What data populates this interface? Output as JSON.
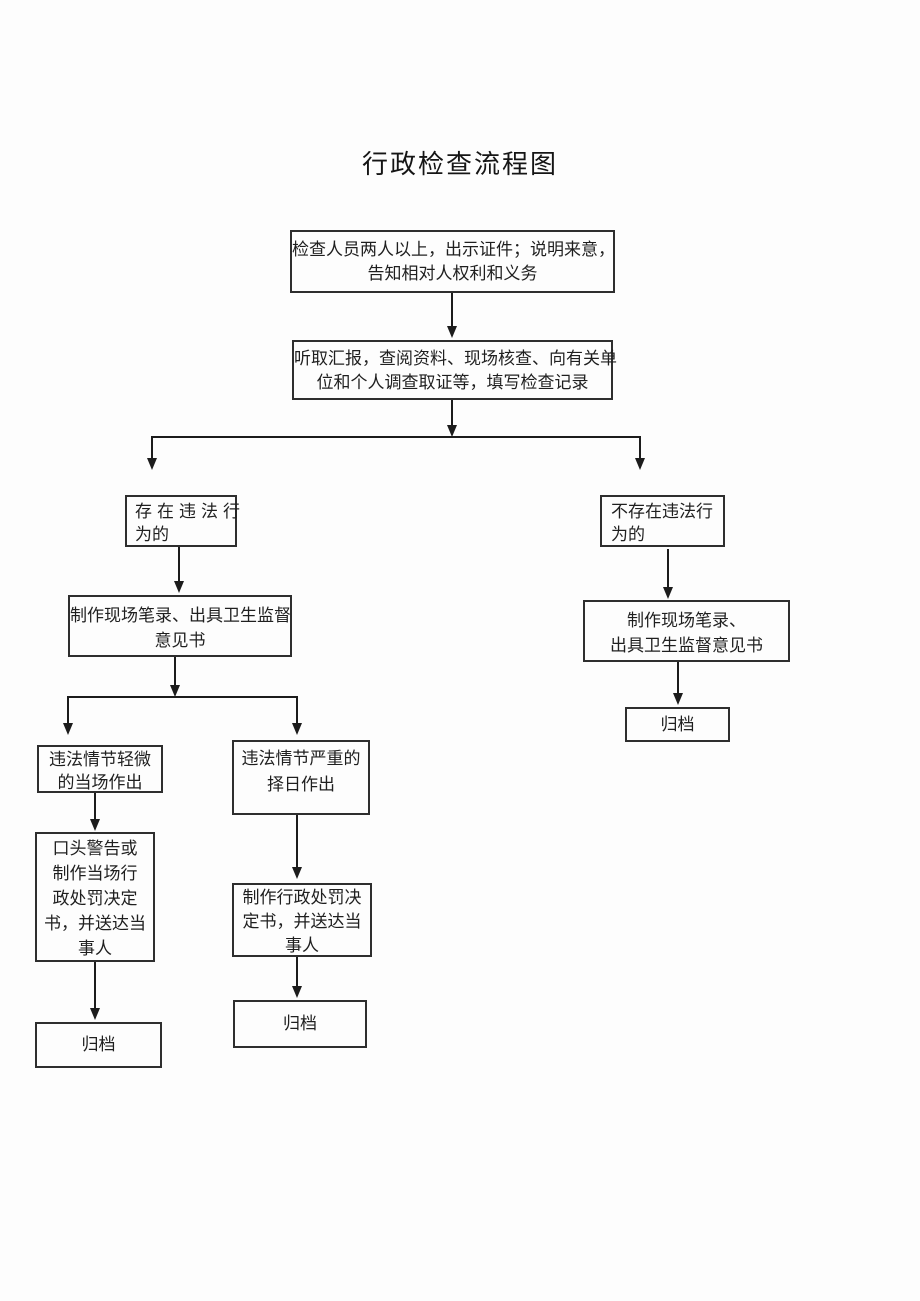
{
  "title": "行政检查流程图",
  "colors": {
    "bg": "#fdfdfd",
    "text": "#1f1f1f",
    "border": "#2e2e2e",
    "line": "#1c1c1c"
  },
  "nodes": {
    "inspect": {
      "lines": [
        "检查人员两人以上，出示证件；说明来意，",
        "告知相对人权利和义务"
      ]
    },
    "listen": {
      "lines": [
        "听取汇报，查阅资料、现场核查、向有关单",
        "位和个人调查取证等，填写检查记录"
      ]
    },
    "illegal": {
      "lines": [
        "存在违法行",
        "为的"
      ]
    },
    "no_illegal": {
      "lines": [
        "不存在违法行",
        "为的"
      ]
    },
    "transcript_left": {
      "lines": [
        "制作现场笔录、出具卫生监督",
        "意见书"
      ]
    },
    "transcript_right": {
      "lines": [
        "制作现场笔录、",
        "出具卫生监督意见书"
      ]
    },
    "minor": {
      "lines": [
        "违法情节轻微",
        "的当场作出"
      ]
    },
    "severe": {
      "lines": [
        "违法情节严重的",
        "择日作出"
      ]
    },
    "oral": {
      "lines": [
        "口头警告或",
        "制作当场行",
        "政处罚决定",
        "书，并送达当",
        "事人"
      ]
    },
    "decision": {
      "lines": [
        "制作行政处罚决",
        "定书，并送达当",
        "事人"
      ]
    },
    "archive_left": {
      "label": "归档"
    },
    "archive_mid": {
      "label": "归档"
    },
    "archive_right": {
      "label": "归档"
    }
  }
}
